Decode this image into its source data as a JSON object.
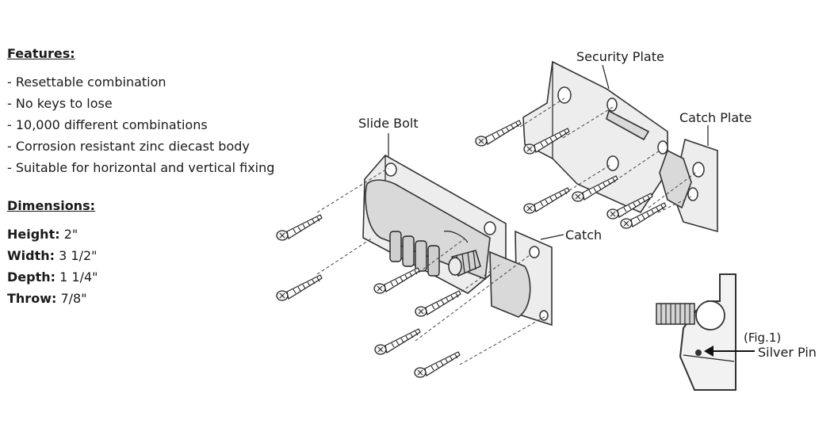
{
  "features": {
    "heading": "Features:",
    "items": [
      "- Resettable combination",
      "- No keys to lose",
      "- 10,000 different combinations",
      "- Corrosion resistant zinc diecast body",
      "- Suitable for horizontal and vertical fixing"
    ]
  },
  "dimensions": {
    "heading": "Dimensions:",
    "items": [
      {
        "key": "Height:",
        "value": " 2\""
      },
      {
        "key": "Width:",
        "value": " 3 1/2\""
      },
      {
        "key": "Depth:",
        "value": " 1 1/4\""
      },
      {
        "key": "Throw:",
        "value": " 7/8\""
      }
    ]
  },
  "diagram": {
    "labels": {
      "security_plate": "Security Plate",
      "catch_plate": "Catch Plate",
      "slide_bolt": "Slide Bolt",
      "catch": "Catch",
      "fig": "(Fig.1)",
      "silver_pin": "Silver Pin"
    }
  },
  "colors": {
    "line": "#222222",
    "part_fill": "#ededed",
    "part_shade": "#d9d9d9"
  }
}
